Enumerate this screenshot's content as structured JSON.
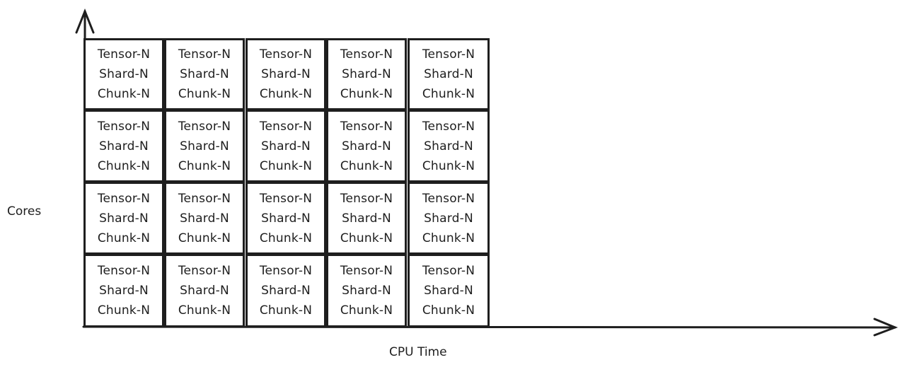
{
  "axes": {
    "y_label": "Cores",
    "x_label": "CPU Time"
  },
  "grid": {
    "rows": 4,
    "cols": 5,
    "cells": [
      [
        {
          "tensor": "Tensor-N",
          "shard": "Shard-N",
          "chunk": "Chunk-N"
        },
        {
          "tensor": "Tensor-N",
          "shard": "Shard-N",
          "chunk": "Chunk-N"
        },
        {
          "tensor": "Tensor-N",
          "shard": "Shard-N",
          "chunk": "Chunk-N"
        },
        {
          "tensor": "Tensor-N",
          "shard": "Shard-N",
          "chunk": "Chunk-N"
        },
        {
          "tensor": "Tensor-N",
          "shard": "Shard-N",
          "chunk": "Chunk-N"
        }
      ],
      [
        {
          "tensor": "Tensor-N",
          "shard": "Shard-N",
          "chunk": "Chunk-N"
        },
        {
          "tensor": "Tensor-N",
          "shard": "Shard-N",
          "chunk": "Chunk-N"
        },
        {
          "tensor": "Tensor-N",
          "shard": "Shard-N",
          "chunk": "Chunk-N"
        },
        {
          "tensor": "Tensor-N",
          "shard": "Shard-N",
          "chunk": "Chunk-N"
        },
        {
          "tensor": "Tensor-N",
          "shard": "Shard-N",
          "chunk": "Chunk-N"
        }
      ],
      [
        {
          "tensor": "Tensor-N",
          "shard": "Shard-N",
          "chunk": "Chunk-N"
        },
        {
          "tensor": "Tensor-N",
          "shard": "Shard-N",
          "chunk": "Chunk-N"
        },
        {
          "tensor": "Tensor-N",
          "shard": "Shard-N",
          "chunk": "Chunk-N"
        },
        {
          "tensor": "Tensor-N",
          "shard": "Shard-N",
          "chunk": "Chunk-N"
        },
        {
          "tensor": "Tensor-N",
          "shard": "Shard-N",
          "chunk": "Chunk-N"
        }
      ],
      [
        {
          "tensor": "Tensor-N",
          "shard": "Shard-N",
          "chunk": "Chunk-N"
        },
        {
          "tensor": "Tensor-N",
          "shard": "Shard-N",
          "chunk": "Chunk-N"
        },
        {
          "tensor": "Tensor-N",
          "shard": "Shard-N",
          "chunk": "Chunk-N"
        },
        {
          "tensor": "Tensor-N",
          "shard": "Shard-N",
          "chunk": "Chunk-N"
        },
        {
          "tensor": "Tensor-N",
          "shard": "Shard-N",
          "chunk": "Chunk-N"
        }
      ]
    ]
  },
  "colors": {
    "stroke": "#1e1e1e",
    "background": "#ffffff"
  }
}
